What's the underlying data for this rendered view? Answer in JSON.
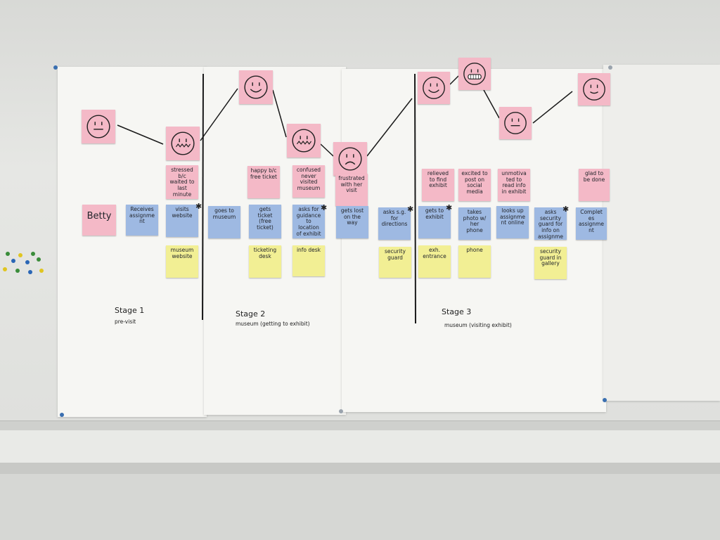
{
  "persona": "Betty",
  "stages": [
    {
      "title": "Stage 1",
      "subtitle": "pre-visit"
    },
    {
      "title": "Stage 2",
      "subtitle": "museum (getting to exhibit)"
    },
    {
      "title": "Stage 3",
      "subtitle": "museum (visiting exhibit)"
    }
  ],
  "emotion_notes": [
    "stressed b/c waited to last minute",
    "happy b/c free ticket",
    "confused never visited museum",
    "frustrated with her visit",
    "relieved to find exhibit",
    "excited to post on social media",
    "unmotivated to read info in exhibit",
    "glad to be done"
  ],
  "action_notes": [
    "Receives assignment",
    "visits website",
    "goes to museum",
    "gets ticket (free ticket)",
    "asks for guidance to location of exhibit",
    "gets lost on the way",
    "asks s.g. for directions",
    "gets to exhibit",
    "takes photo w/ her phone",
    "looks up assignment online",
    "asks security guard for info on assignment",
    "Completes assignment"
  ],
  "touchpoint_notes": [
    "museum website",
    "ticketing desk",
    "info desk",
    "security guard",
    "exh. entrance",
    "phone",
    "security guard in gallery"
  ],
  "faces": [
    "neutral",
    "distressed",
    "happy",
    "distressed",
    "sad",
    "happy",
    "very-happy",
    "neutral",
    "content"
  ],
  "colors": {
    "pink": "#f4b9c7",
    "blue": "#9eb9e2",
    "yellow": "#f2ef94",
    "wall": "#e3e4e1",
    "paper": "#f6f6f3"
  }
}
